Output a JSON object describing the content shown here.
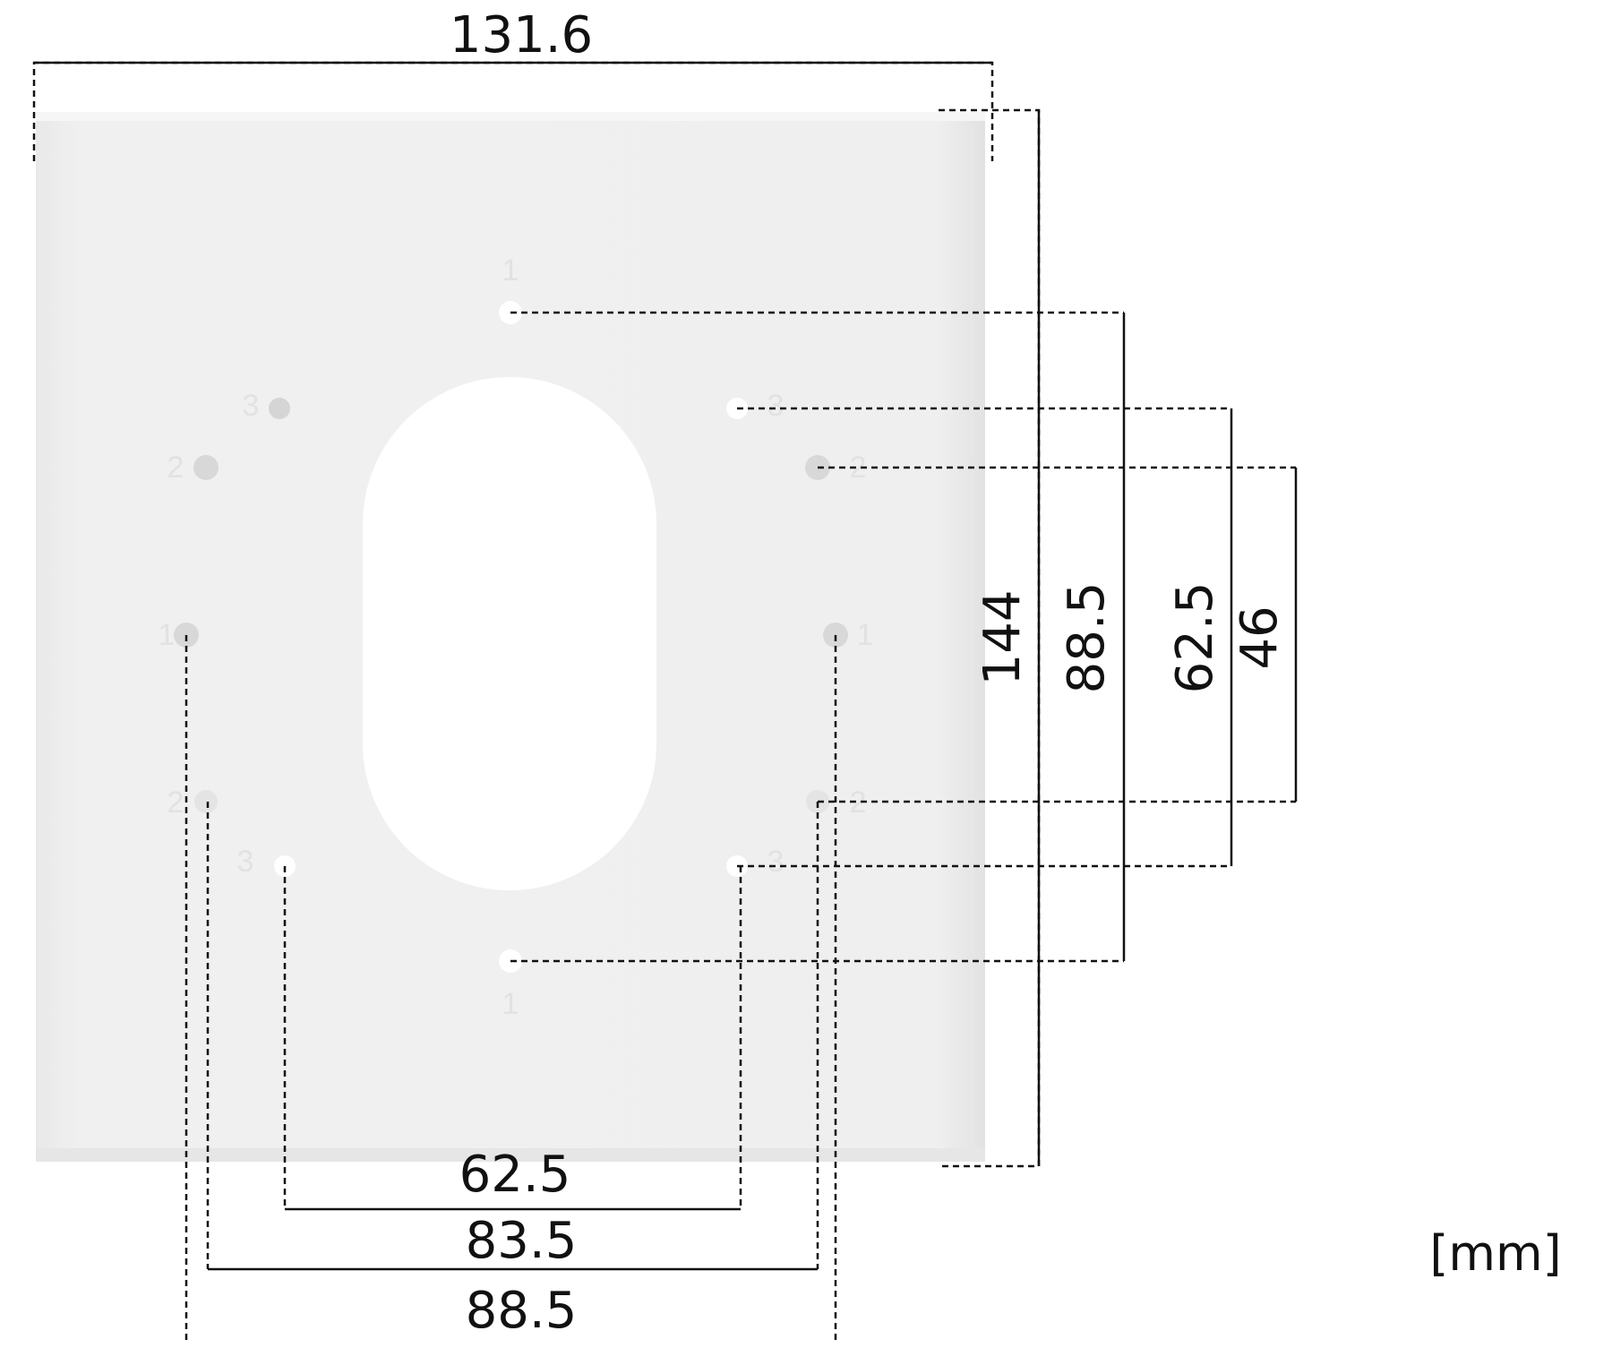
{
  "unit_label": "[mm]",
  "plate": {
    "width_label": "131.6",
    "height_label": "144"
  },
  "hole_spacings": {
    "vertical": [
      "88.5",
      "62.5",
      "46"
    ],
    "horizontal": [
      "62.5",
      "83.5",
      "88.5"
    ]
  },
  "hole_markings": [
    "1",
    "2",
    "3",
    "1",
    "2",
    "3",
    "1",
    "2",
    "3",
    "1",
    "2",
    "3"
  ],
  "colors": {
    "plate": "#efefef",
    "plate_edge": "#e4e4e4",
    "hole_through": "#ffffff",
    "hole_blind": "#d9d9d9",
    "dimension_line": "#111111"
  }
}
